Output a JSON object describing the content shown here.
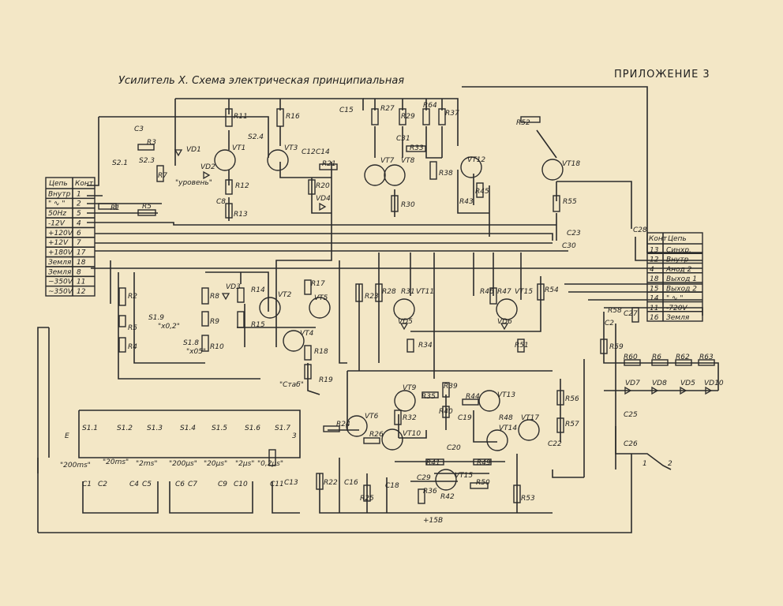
{
  "title": "Усилитель Х. Схема электрическая принципиальная",
  "appendix": "ПРИЛОЖЕНИЕ 3",
  "left_connector": {
    "header": [
      "Цепь",
      "Конт"
    ],
    "rows": [
      [
        "Внутр",
        "1"
      ],
      [
        "\" ∿ \"",
        "2"
      ],
      [
        "50Hz",
        "5"
      ],
      [
        "-12V",
        "4"
      ],
      [
        "+120V",
        "6"
      ],
      [
        "+12V",
        "7"
      ],
      [
        "+180V",
        "17"
      ],
      [
        "Земля",
        "18"
      ],
      [
        "Земля",
        "8"
      ],
      [
        "~350V",
        "11"
      ],
      [
        "~350V",
        "12"
      ]
    ]
  },
  "right_connector": {
    "header": [
      "Конт",
      "Цепь"
    ],
    "rows": [
      [
        "13",
        "Синхр."
      ],
      [
        "12",
        "Внутр"
      ],
      [
        "4",
        "Анод 2"
      ],
      [
        "18",
        "Выход 1"
      ],
      [
        "15",
        "Выход 2"
      ],
      [
        "14",
        "\" ∿ \""
      ],
      [
        "11",
        "-720V"
      ],
      [
        "16",
        "Земля"
      ]
    ]
  },
  "timebase_labels": [
    "\"200ms\"",
    "\"20ms\"",
    "\"2ms\"",
    "\"200μs\"",
    "\"20μs\"",
    "\"2μs\"",
    "\"0,2μs\""
  ],
  "switch_labels": [
    "S1.1",
    "S1.2",
    "S1.3",
    "S1.4",
    "S1.5",
    "S1.6",
    "S1.7"
  ],
  "component_labels": {
    "resistors": [
      "R1",
      "R2",
      "R3",
      "R4",
      "R5",
      "R6",
      "R7",
      "R8",
      "R9",
      "R10",
      "R11",
      "R12",
      "R13",
      "R14",
      "R15",
      "R16",
      "R17",
      "R18",
      "R19",
      "R20",
      "R21",
      "R22",
      "R23",
      "R24",
      "R25",
      "R26",
      "R27",
      "R28",
      "R29",
      "R30",
      "R31",
      "R32",
      "R33",
      "R34",
      "R35",
      "R36",
      "R37",
      "R38",
      "R39",
      "R40",
      "R41",
      "R42",
      "R43",
      "R44",
      "R45",
      "R46",
      "R47",
      "R48",
      "R49",
      "R50",
      "R51",
      "R52",
      "R53",
      "R54",
      "R55",
      "R56",
      "R57",
      "R58",
      "R59",
      "R60",
      "R62",
      "R63",
      "R64"
    ],
    "capacitors": [
      "C1",
      "C2",
      "C3",
      "C4",
      "C5",
      "C6",
      "C7",
      "C8",
      "C9",
      "C10",
      "C11",
      "C12",
      "C13",
      "C14",
      "C15",
      "C16",
      "C18",
      "C19",
      "C20",
      "C22",
      "C23",
      "C25",
      "C26",
      "C27",
      "C28",
      "C29",
      "C30",
      "C31"
    ],
    "transistors": [
      "VT1",
      "VT2",
      "VT3",
      "VT4",
      "VT5",
      "VT6",
      "VT7",
      "VT8",
      "VT9",
      "VT10",
      "VT11",
      "VT12",
      "VT13",
      "VT14",
      "VT15",
      "VT17",
      "VT18"
    ],
    "diodes": [
      "VD1",
      "VD2",
      "VD3",
      "VD4",
      "VD5",
      "VD6",
      "VD7",
      "VD8",
      "VD10"
    ]
  },
  "switch_misc": [
    "S2.1",
    "S2.3",
    "S2.4",
    "S1.8",
    "S1.9",
    "\"x0,2\"",
    "\"x05\""
  ],
  "misc_labels": [
    "\"уровень\"",
    "\"Стаб\"",
    "+15В",
    "1",
    "2",
    "Е",
    "3"
  ]
}
